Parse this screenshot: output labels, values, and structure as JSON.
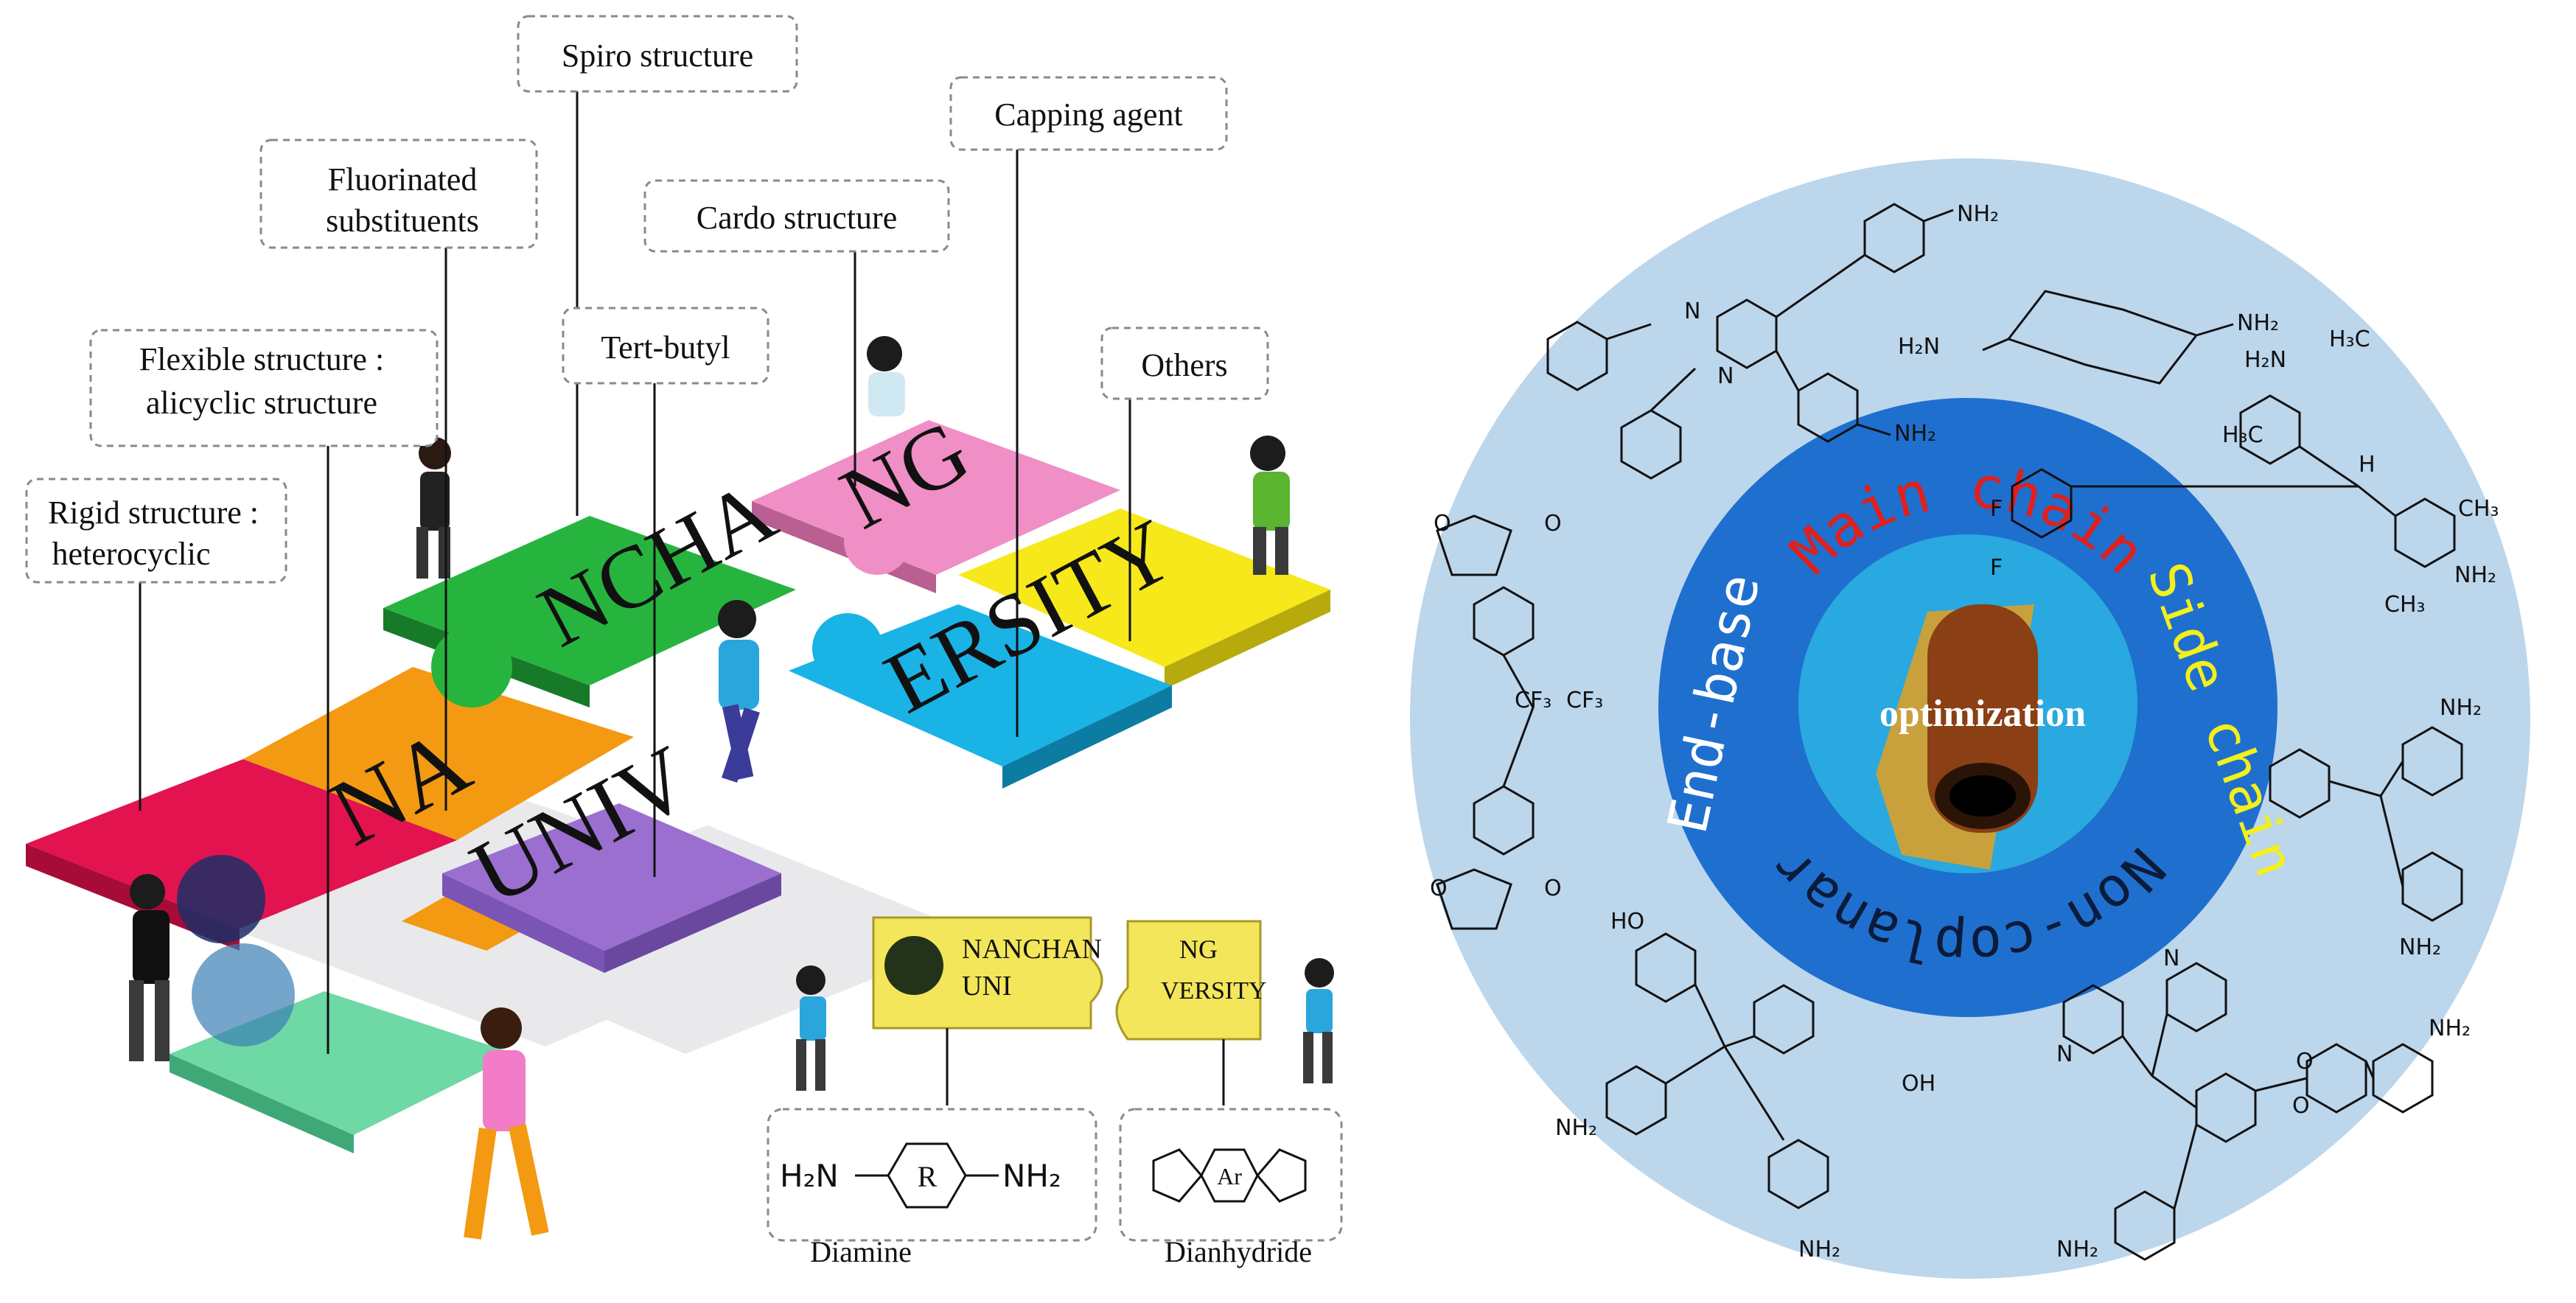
{
  "labels": {
    "spiro": "Spiro structure",
    "capping": "Capping agent",
    "fluorinated_1": "Fluorinated",
    "fluorinated_2": "substituents",
    "cardo": "Cardo structure",
    "tertbutyl": "Tert-butyl",
    "flexible_1": "Flexible structure :",
    "flexible_2": "alicyclic structure",
    "others": "Others",
    "rigid_1": "Rigid structure :",
    "rigid_2": "heterocyclic"
  },
  "puzzle": {
    "university_name_pieces": [
      "NA",
      "NCHA",
      "NG",
      "UNIV",
      "ERSITY"
    ],
    "badge_text": "NANCHANG UNIVERSITY",
    "colors": {
      "red": "#e2134f",
      "orange": "#f39a12",
      "green": "#27b43e",
      "pink": "#f08fc5",
      "yellow": "#f6e81b",
      "blue": "#1ab3e6",
      "purple": "#9b6fd0",
      "mint": "#6ed9a5"
    }
  },
  "reaction": {
    "banner_left_1": "NANCHAN",
    "banner_left_2": "UNI",
    "banner_right_1": "NG",
    "banner_right_2": "VERSITY",
    "diamine_caption": "Diamine",
    "dianhydride_caption": "Dianhydride",
    "r_group": "R",
    "ar_group": "Ar",
    "h2n": "H₂N",
    "nh2": "NH₂"
  },
  "circle": {
    "center_label": "optimization",
    "ring_main_chain": "Main chain",
    "ring_side_chain": "Side chain",
    "ring_non_coplanar": "Non-coplanar",
    "ring_end_base": "End-base",
    "colors": {
      "outer": "#bcd6ec",
      "ring": "#1f6fcf",
      "inner": "#29a9df",
      "main_chain": "#e0201b",
      "side_chain": "#f3f01a",
      "non_coplanar": "#0b1b3a",
      "end_base": "#ffffff"
    },
    "molecule_groups": {
      "nh2": "NH₂",
      "cf3": "CF₃",
      "h3c": "H₃C",
      "ch3": "CH₃",
      "h2n": "H₂N",
      "f": "F",
      "h": "H",
      "n": "N",
      "o": "O",
      "oh": "OH",
      "ho": "HO"
    }
  }
}
